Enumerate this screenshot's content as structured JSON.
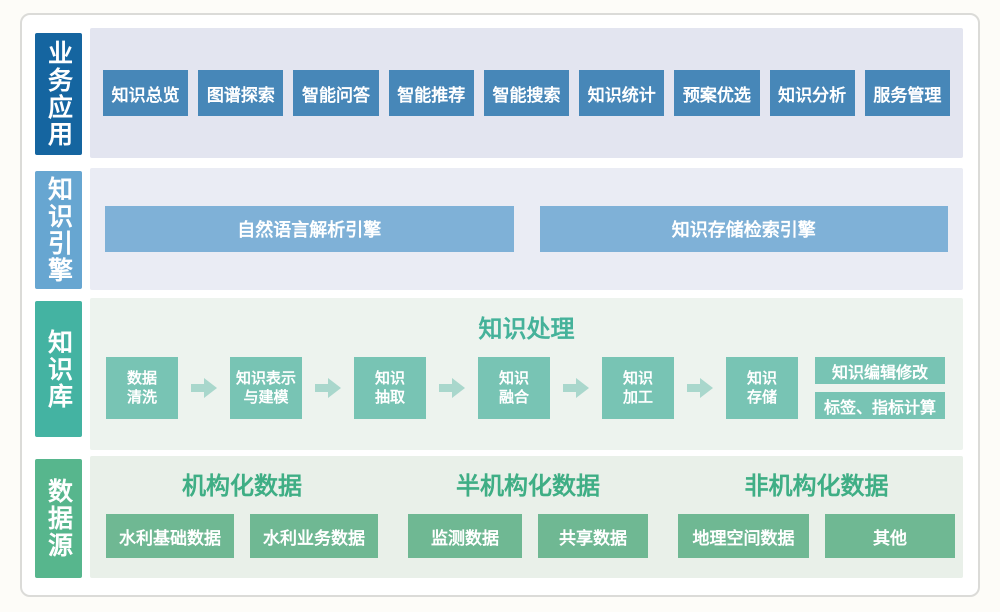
{
  "diagram": {
    "layers": [
      {
        "label": "业务应用",
        "apps": [
          "知识总览",
          "图谱探索",
          "智能问答",
          "智能推荐",
          "智能搜索",
          "知识统计",
          "预案优选",
          "知识分析",
          "服务管理"
        ]
      },
      {
        "label": "知识引擎",
        "engines": [
          "自然语言解析引擎",
          "知识存储检索引擎"
        ]
      },
      {
        "label": "知识库",
        "section_title": "知识处理",
        "flow": [
          {
            "line1": "数据",
            "line2": "清洗"
          },
          {
            "line1": "知识表示",
            "line2": "与建模"
          },
          {
            "line1": "知识",
            "line2": "抽取"
          },
          {
            "line1": "知识",
            "line2": "融合"
          },
          {
            "line1": "知识",
            "line2": "加工"
          },
          {
            "line1": "知识",
            "line2": "存储"
          }
        ],
        "side_items": [
          "知识编辑修改",
          "标签、指标计算"
        ]
      },
      {
        "label": "数据源",
        "groups": [
          {
            "title": "机构化数据",
            "items": [
              "水利基础数据",
              "水利业务数据"
            ]
          },
          {
            "title": "半机构化数据",
            "items": [
              "监测数据",
              "共享数据"
            ]
          },
          {
            "title": "非机构化数据",
            "items": [
              "地理空间数据",
              "其他"
            ]
          }
        ]
      }
    ],
    "colors": {
      "layer1_label_bg": "#1565a0",
      "layer1_item_bg": "#4787b8",
      "layer1_panel_bg": "#e3e5f0",
      "layer2_label_bg": "#67a6d1",
      "layer2_item_bg": "#7fb1d7",
      "layer2_panel_bg": "#eaecf4",
      "layer3_label_bg": "#44b3a2",
      "layer3_item_bg": "#78c4b4",
      "layer3_panel_bg": "#edf3ee",
      "layer3_title_color": "#45b29a",
      "arrow_color": "#a9d7cc",
      "layer4_label_bg": "#57b68d",
      "layer4_item_bg": "#6fb893",
      "layer4_panel_bg": "#e9f0e9",
      "layer4_title_color": "#3fae85"
    }
  }
}
